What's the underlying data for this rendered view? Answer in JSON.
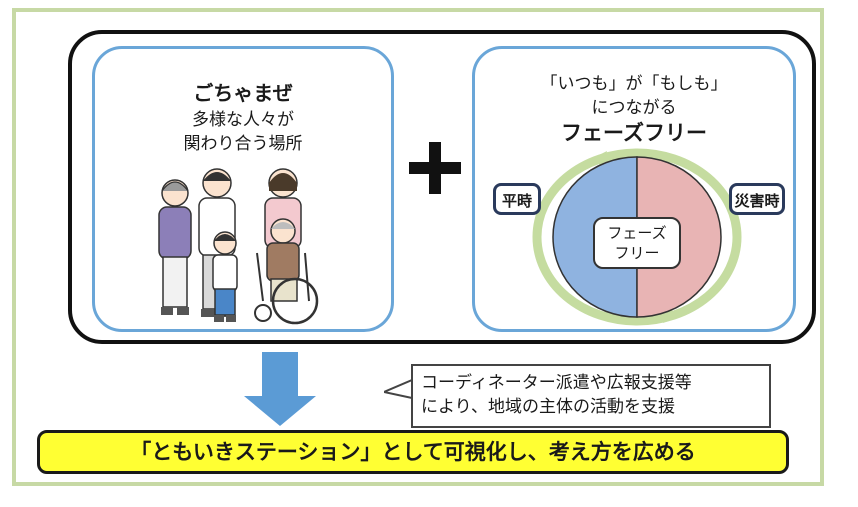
{
  "left_panel": {
    "title": "ごちゃまぜ",
    "line1": "多様な人々が",
    "line2": "関わり合う場所"
  },
  "right_panel": {
    "line1": "「いつも」が「もしも」",
    "line2": "につながる",
    "title": "フェーズフリー",
    "tag_normal": "平時",
    "tag_disaster": "災害時",
    "center_line1": "フェーズ",
    "center_line2": "フリー"
  },
  "callout": {
    "line1": "コーディネーター派遣や広報支援等",
    "line2": "により、地域の主体の活動を支援"
  },
  "banner": {
    "text": "「ともいきステーション」として可視化し、考え方を広める"
  },
  "colors": {
    "frame_border": "#c7d9a5",
    "panel_border": "#6aa6d8",
    "circle_left": "#8fb3e0",
    "circle_right": "#e8b4b4",
    "ring": "#c5dca0",
    "arrow": "#5b9bd5",
    "banner": "#ffff33"
  },
  "icons": [
    "plus-icon",
    "people-illustration",
    "cycle-arrows-icon",
    "down-arrow-icon"
  ]
}
